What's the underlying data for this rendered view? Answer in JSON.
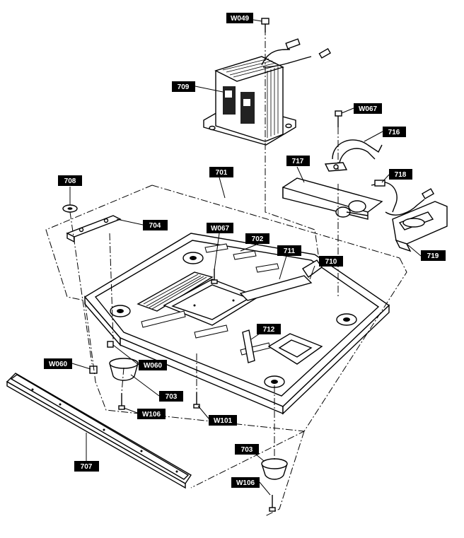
{
  "labels": {
    "w049": "W049",
    "p709": "709",
    "w067_top": "W067",
    "p716": "716",
    "p717": "717",
    "p718": "718",
    "p719": "719",
    "p708": "708",
    "p701": "701",
    "p704": "704",
    "w067_mid": "W067",
    "p702": "702",
    "p711": "711",
    "p710": "710",
    "p712": "712",
    "w060_left": "W060",
    "w060_right": "W060",
    "p703_left": "703",
    "w106_left": "W106",
    "w101": "W101",
    "p707": "707",
    "p703_right": "703",
    "w106_right": "W106"
  }
}
